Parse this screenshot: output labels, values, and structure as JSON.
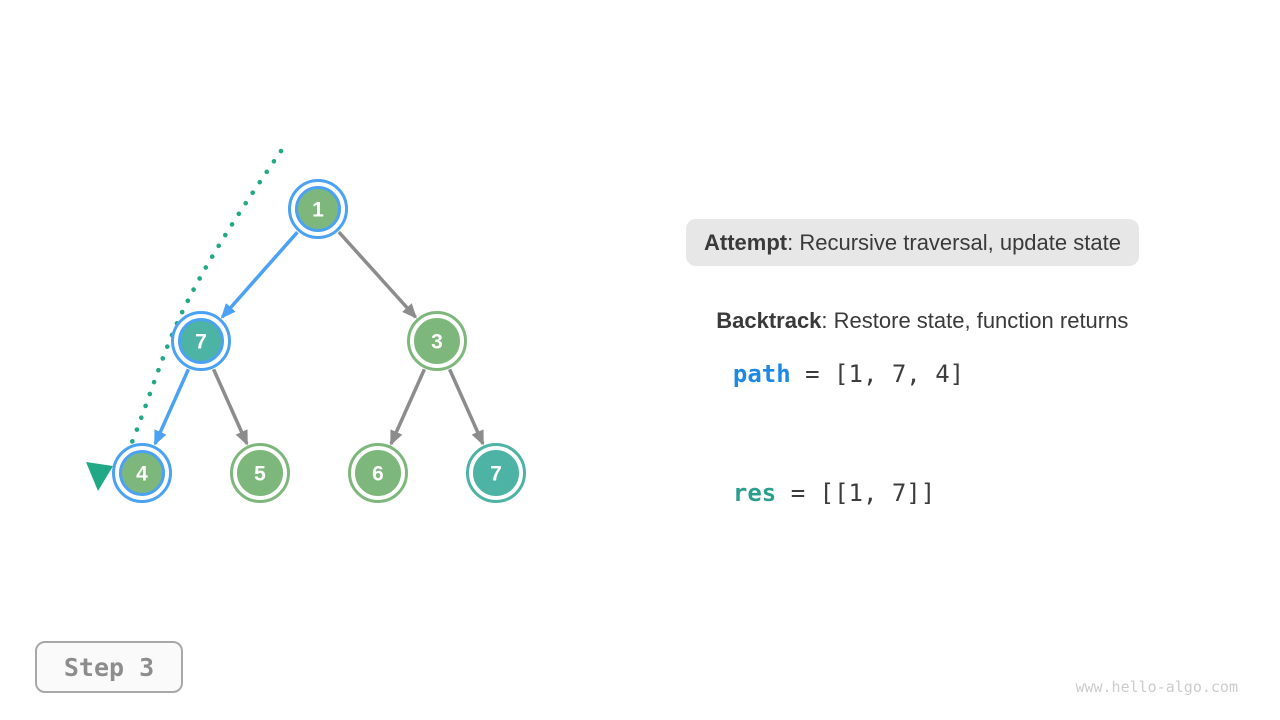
{
  "colors": {
    "node_green": "#7EB77B",
    "node_teal": "#4DB3A4",
    "highlight_blue": "#4BA2F2",
    "edge_gray": "#8C8C8C",
    "trace_teal": "#21A884",
    "path_blue": "#1E88E5",
    "res_teal": "#2B9E8E",
    "code_dark": "#3C3C3C",
    "text_dark": "#3A3A3A",
    "callout_bg": "#E7E7E7",
    "step_text": "#8D8D8D",
    "watermark_gray": "#CCCCCC"
  },
  "tree": {
    "nodes": [
      {
        "value": "1"
      },
      {
        "value": "7"
      },
      {
        "value": "3"
      },
      {
        "value": "4"
      },
      {
        "value": "5"
      },
      {
        "value": "6"
      },
      {
        "value": "7"
      }
    ]
  },
  "legend": {
    "attempt_label": "Attempt",
    "attempt_rest": ": Recursive traversal, update state",
    "backtrack_label": "Backtrack",
    "backtrack_rest": ": Restore state, function returns"
  },
  "state": {
    "path_name": "path",
    "path_value": " = [1, 7, 4]",
    "res_name": "res",
    "res_value": " = [[1, 7]]"
  },
  "step_badge": "Step 3",
  "watermark": "www.hello-algo.com"
}
